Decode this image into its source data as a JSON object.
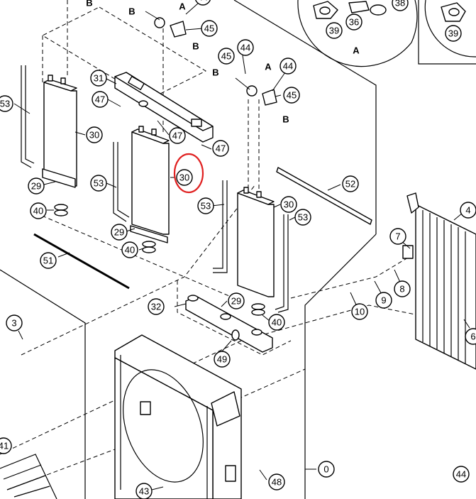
{
  "callouts": [
    {
      "id": "c30a",
      "label": "30"
    },
    {
      "id": "c30b",
      "label": "30"
    },
    {
      "id": "c30c",
      "label": "30"
    },
    {
      "id": "c31",
      "label": "31"
    },
    {
      "id": "c32",
      "label": "32"
    },
    {
      "id": "c29a",
      "label": "29"
    },
    {
      "id": "c29b",
      "label": "29"
    },
    {
      "id": "c29c",
      "label": "29"
    },
    {
      "id": "c40a",
      "label": "40"
    },
    {
      "id": "c40b",
      "label": "40"
    },
    {
      "id": "c40c",
      "label": "40"
    },
    {
      "id": "c45a",
      "label": "45"
    },
    {
      "id": "c45b",
      "label": "45"
    },
    {
      "id": "c45c",
      "label": "45"
    },
    {
      "id": "c44a",
      "label": "44"
    },
    {
      "id": "c44b",
      "label": "44"
    },
    {
      "id": "c44c",
      "label": "44"
    },
    {
      "id": "c47a",
      "label": "47"
    },
    {
      "id": "c47b",
      "label": "47"
    },
    {
      "id": "c47c",
      "label": "47"
    },
    {
      "id": "c53a",
      "label": "53"
    },
    {
      "id": "c53b",
      "label": "53"
    },
    {
      "id": "c53c",
      "label": "53"
    },
    {
      "id": "c53d",
      "label": "53"
    },
    {
      "id": "c52",
      "label": "52"
    },
    {
      "id": "c51",
      "label": "51"
    },
    {
      "id": "c49",
      "label": "49"
    },
    {
      "id": "c48",
      "label": "48"
    },
    {
      "id": "c43",
      "label": "43"
    },
    {
      "id": "c41",
      "label": "41"
    },
    {
      "id": "c39a",
      "label": "39"
    },
    {
      "id": "c39b",
      "label": "39"
    },
    {
      "id": "c36",
      "label": "36"
    },
    {
      "id": "c38",
      "label": "38"
    },
    {
      "id": "c10",
      "label": "10"
    },
    {
      "id": "c9",
      "label": "9"
    },
    {
      "id": "c8",
      "label": "8"
    },
    {
      "id": "c7",
      "label": "7"
    },
    {
      "id": "c6",
      "label": "6"
    },
    {
      "id": "c4",
      "label": "4"
    },
    {
      "id": "c3",
      "label": "3"
    },
    {
      "id": "c0",
      "label": "0"
    }
  ],
  "letters": [
    {
      "id": "lB1",
      "label": "B"
    },
    {
      "id": "lB2",
      "label": "B"
    },
    {
      "id": "lA1",
      "label": "A"
    },
    {
      "id": "lB3",
      "label": "B"
    },
    {
      "id": "lB4",
      "label": "B"
    },
    {
      "id": "lA2",
      "label": "A"
    },
    {
      "id": "lB5",
      "label": "B"
    },
    {
      "id": "lA3",
      "label": "A"
    }
  ],
  "highlight": {
    "target": "c30b",
    "color": "#e02020"
  }
}
